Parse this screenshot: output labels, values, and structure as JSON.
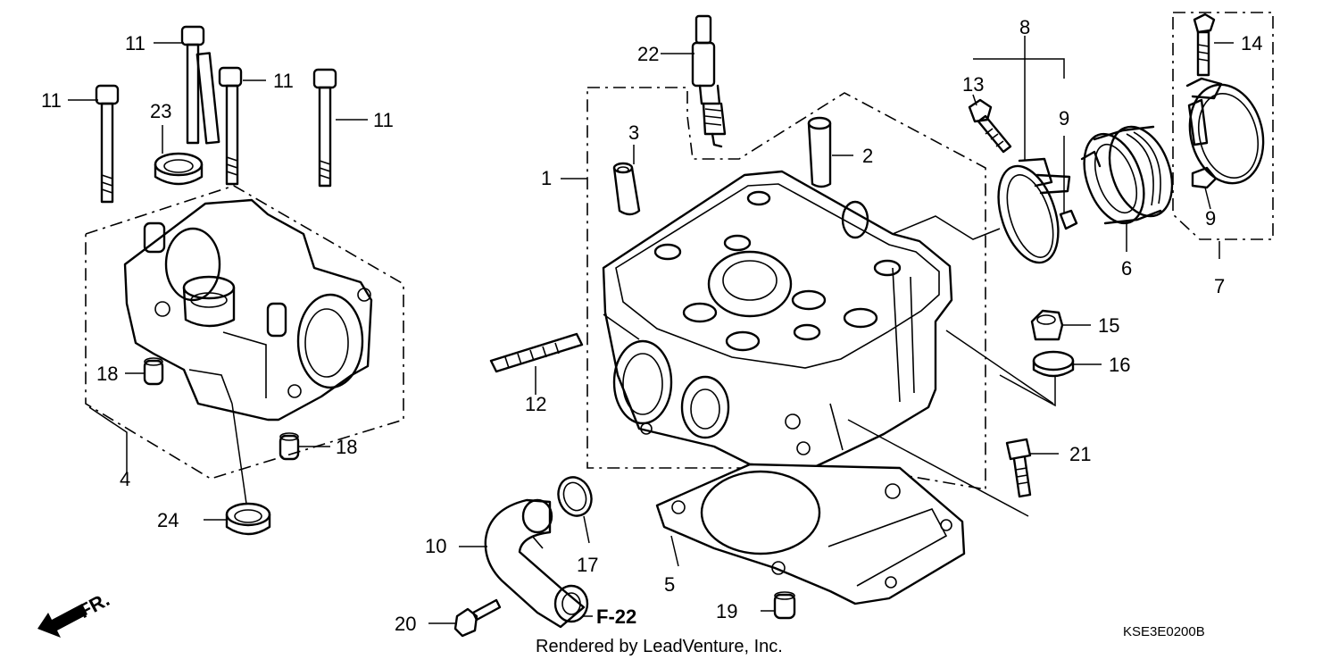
{
  "diagram": {
    "callouts": [
      {
        "id": "c1",
        "text": "1"
      },
      {
        "id": "c2",
        "text": "2"
      },
      {
        "id": "c3",
        "text": "3"
      },
      {
        "id": "c4",
        "text": "4"
      },
      {
        "id": "c5",
        "text": "5"
      },
      {
        "id": "c6",
        "text": "6"
      },
      {
        "id": "c7",
        "text": "7"
      },
      {
        "id": "c8",
        "text": "8"
      },
      {
        "id": "c9a",
        "text": "9"
      },
      {
        "id": "c9b",
        "text": "9"
      },
      {
        "id": "c10",
        "text": "10"
      },
      {
        "id": "c11a",
        "text": "11"
      },
      {
        "id": "c11b",
        "text": "11"
      },
      {
        "id": "c11c",
        "text": "11"
      },
      {
        "id": "c11d",
        "text": "11"
      },
      {
        "id": "c12",
        "text": "12"
      },
      {
        "id": "c13",
        "text": "13"
      },
      {
        "id": "c14",
        "text": "14"
      },
      {
        "id": "c15",
        "text": "15"
      },
      {
        "id": "c16",
        "text": "16"
      },
      {
        "id": "c17",
        "text": "17"
      },
      {
        "id": "c18a",
        "text": "18"
      },
      {
        "id": "c18b",
        "text": "18"
      },
      {
        "id": "c19",
        "text": "19"
      },
      {
        "id": "c20",
        "text": "20"
      },
      {
        "id": "c21",
        "text": "21"
      },
      {
        "id": "c22",
        "text": "22"
      },
      {
        "id": "c23",
        "text": "23"
      },
      {
        "id": "c24",
        "text": "24"
      }
    ],
    "reference_label": "F-22",
    "front_label": "FR.",
    "diagram_code": "KSE3E0200B",
    "credit": "Rendered by LeadVenture, Inc."
  }
}
